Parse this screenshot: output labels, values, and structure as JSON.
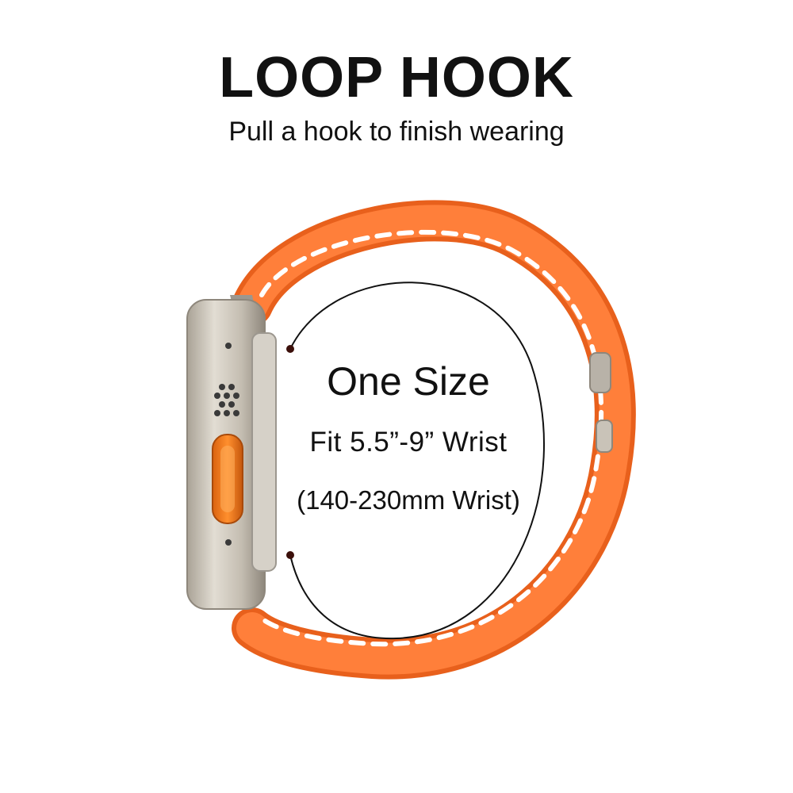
{
  "header": {
    "title": "LOOP HOOK",
    "subtitle": "Pull a hook to finish wearing"
  },
  "size_info": {
    "title": "One Size",
    "fit": "Fit 5.5”-9” Wrist",
    "metric": "(140-230mm Wrist)"
  },
  "colors": {
    "band": "#ff7f3a",
    "band_dark": "#e8601c",
    "button": "#f27a1a",
    "case": "#c9c3b8",
    "text": "#111111",
    "dots": "#3b0f0a"
  },
  "icons": [
    "watch-product-image",
    "loop-band-image"
  ]
}
